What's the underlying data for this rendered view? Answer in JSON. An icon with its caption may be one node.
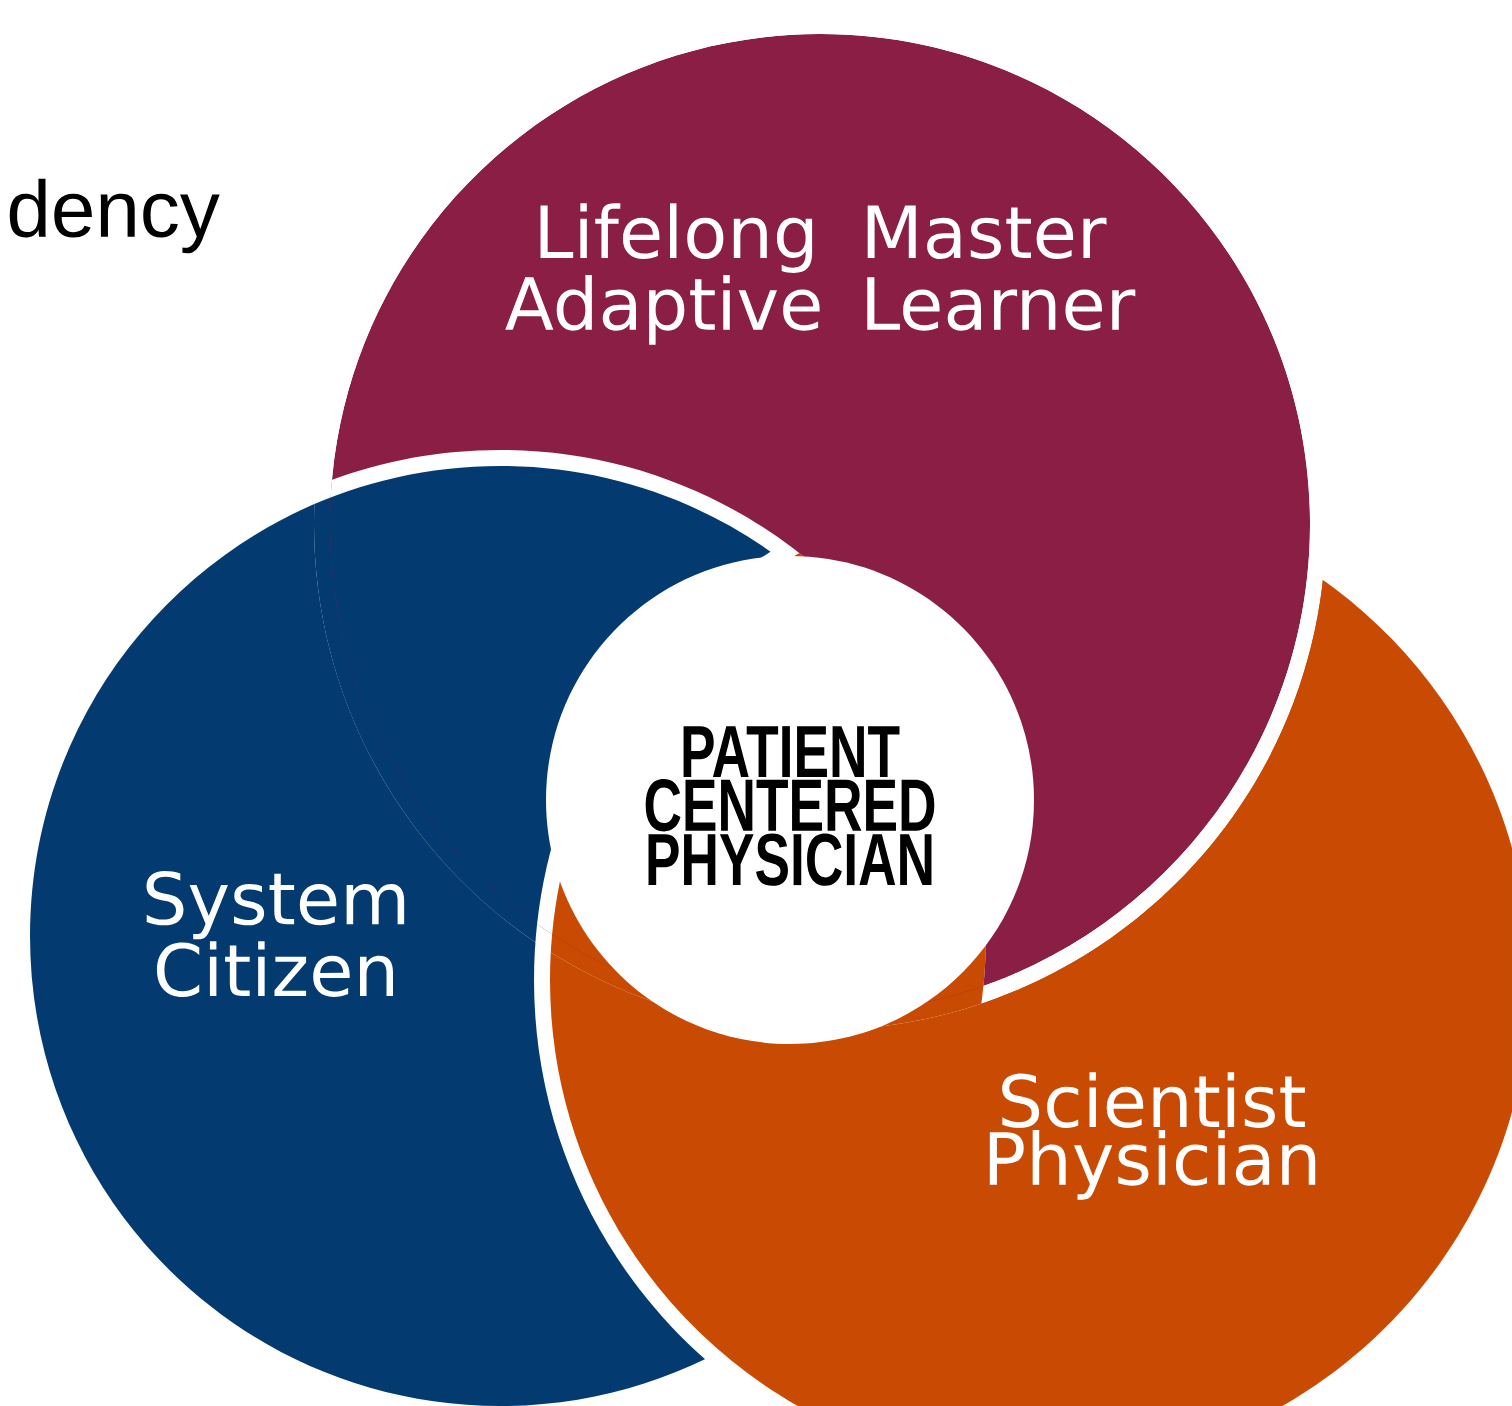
{
  "diagram": {
    "nodes": [
      {
        "text": [
          "Lifelong Master Adaptive Learner"
        ]
      },
      {
        "text": [
          "System Citizen"
        ]
      },
      {
        "text": [
          "PATIENT CENTERED PHYSICIAN"
        ]
      },
      {
        "text": [
          "Scientist Physician"
        ]
      }
    ],
    "labels": [
      "dency"
    ]
  }
}
